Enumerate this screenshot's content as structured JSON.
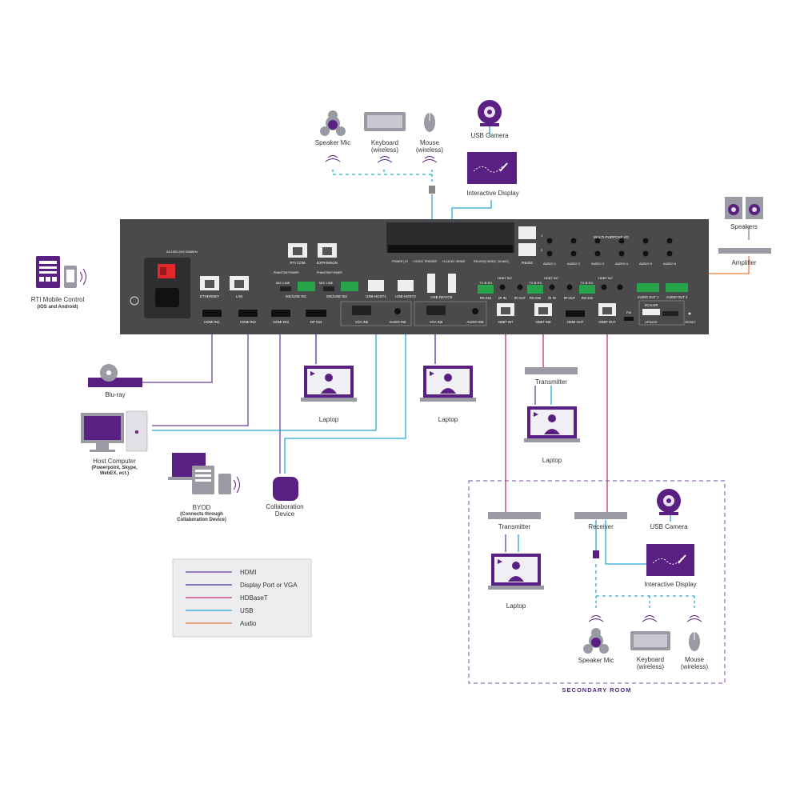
{
  "device": {
    "power_label": "AC100V-24V 50/60Hz",
    "ports_top": {
      "rti_com": "RTI COM",
      "expansion": "EXPANSION",
      "power_io": "POWER | IO",
      "trigger": "+12VDC TRIGGER",
      "sense": "+3-24VDC SENSE",
      "relays": "RELAYS(+30VDC, 2A MAX)",
      "rs232": "RS232",
      "multi_io": "MULTI-PURPOSE I/O",
      "audio1": "AUDIO 1",
      "audio2": "AUDIO 2",
      "audio3": "AUDIO 3",
      "audio4": "AUDIO 4",
      "audio5": "AUDIO 5",
      "audio6": "AUDIO 6",
      "row1": "1",
      "row2": "2"
    },
    "ports_mid": {
      "ethernet": "ETHERNET",
      "lan": "LAN",
      "phantom1": "PHANTOM POWER",
      "mic_line1": "MIC  LINE",
      "mic_line_in1": "MIC/LINE IN1",
      "phantom2": "PHANTOM POWER",
      "mic_line2": "MIC  LINE",
      "mic_line_in2": "MIC/LINE IN2",
      "usb_host1": "USB-HOST1",
      "usb_host2": "USB-HOST2",
      "usb_device": "USB DEVICE",
      "hdbt_in7a": "HDBT IN7",
      "tx_rx": "TX ⊕ RX",
      "rs232a": "RS-232",
      "ir_in": "IR IN",
      "ir_out": "IR OUT",
      "hdbt_in7b": "HDBT IN7",
      "rs232b": "RS-232",
      "ir_in2": "IR IN",
      "ir_out2": "IR OUT",
      "hdbt_in7c": "HDBT IN7",
      "rs232c": "RS-232",
      "audio_out1": "AUDIO OUT 1",
      "audio_out2": "AUDIO OUT 2"
    },
    "ports_bottom": {
      "hdmi_in1": "HDMI IN1",
      "hdmi_in2": "HDMI IN2",
      "hdmi_in3": "HDMI IN3",
      "dp_in4": "DP IN4",
      "vga_in5": "VGA IN5",
      "audio_in5": "AUDIO IN5",
      "vga_in6": "VGA IN6",
      "audio_in6": "AUDIO IN6",
      "hdbt_in7": "HDBT IN7",
      "hdbt_in8": "HDBT IN8",
      "hdmi_out": "HDMI OUT",
      "hdbt_out": "HDBT OUT",
      "fw": "FW",
      "scaler": "SCALER",
      "update": "UPDATE",
      "reset": "RESET"
    }
  },
  "peripherals": {
    "speaker_mic": "Speaker Mic",
    "keyboard": "Keyboard",
    "keyboard_sub": "(wireless)",
    "mouse": "Mouse",
    "mouse_sub": "(wireless)",
    "usb_camera": "USB Camera",
    "interactive_display": "Interactive Display",
    "speakers": "Speakers",
    "amplifier": "Amplifier",
    "rti_mobile": "RTI Mobile Control",
    "rti_mobile_sub": "(iOS and Android)",
    "bluray": "Blu-ray",
    "host_computer": "Host Computer",
    "host_computer_sub1": "(Powerpoint, Skype,",
    "host_computer_sub2": "WebEX, ect.)",
    "byod": "BYOD",
    "byod_sub1": "(Connects through",
    "byod_sub2": "Collaboration Device)",
    "collab_device1": "Collaboration",
    "collab_device2": "Device",
    "laptop": "Laptop",
    "transmitter": "Transmitter"
  },
  "secondary_room": {
    "title": "SECONDARY ROOM",
    "transmitter": "Transmitter",
    "receiver": "Receiver",
    "usb_camera": "USB Camera",
    "interactive_display": "Interactive Display",
    "laptop": "Laptop",
    "speaker_mic": "Speaker Mic",
    "keyboard": "Keyboard",
    "keyboard_sub": "(wireless)",
    "mouse": "Mouse",
    "mouse_sub": "(wireless)"
  },
  "legend": {
    "items": [
      {
        "label": "HDMI",
        "color": "#6b3fa0"
      },
      {
        "label": "Display Port or VGA",
        "color": "#3a3aa0"
      },
      {
        "label": "HDBaseT",
        "color": "#c2337a"
      },
      {
        "label": "USB",
        "color": "#2aa7d8"
      },
      {
        "label": "Audio",
        "color": "#f07a3a"
      }
    ]
  },
  "colors": {
    "panel": "#4a4a4d",
    "purple": "#5a1f82",
    "hdmi": "#6b3fa0",
    "dp_vga": "#3a3aa0",
    "hdbaset": "#c2337a",
    "usb": "#2aa7d8",
    "audio": "#f07a3a"
  }
}
